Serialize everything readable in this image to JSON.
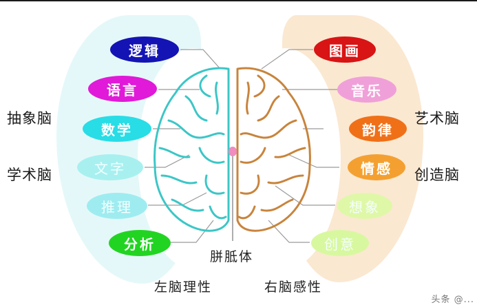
{
  "diagram": {
    "center_label": "胼胝体",
    "left_hemisphere": {
      "title": "左脑理性",
      "side_labels": [
        "抽象脑",
        "学术脑"
      ],
      "color": "#3cc6c6",
      "band_color": "#e2f7f8",
      "functions": [
        {
          "label": "逻辑",
          "color": "#1414b4"
        },
        {
          "label": "语言",
          "color": "#e01ad8"
        },
        {
          "label": "数学",
          "color": "#28dde6"
        },
        {
          "label": "文字",
          "color": "#a8f0f0"
        },
        {
          "label": "推理",
          "color": "#9eecf0"
        },
        {
          "label": "分析",
          "color": "#22d422"
        }
      ]
    },
    "right_hemisphere": {
      "title": "右脑感性",
      "side_labels": [
        "艺术脑",
        "创造脑"
      ],
      "color": "#c8843c",
      "band_color": "#fbe6cc",
      "functions": [
        {
          "label": "图画",
          "color": "#d81414"
        },
        {
          "label": "音乐",
          "color": "#f0a0d8"
        },
        {
          "label": "韵律",
          "color": "#f07018"
        },
        {
          "label": "情感",
          "color": "#f4a030"
        },
        {
          "label": "想象",
          "color": "#dff8a8"
        },
        {
          "label": "创意",
          "color": "#d8f8a0"
        }
      ]
    },
    "corpus_callosum_color": "#f08cc0"
  },
  "watermark": "头条 @..."
}
